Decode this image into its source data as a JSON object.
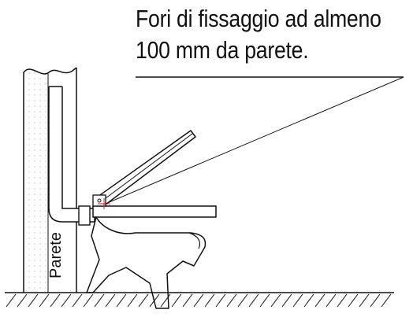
{
  "callout": {
    "line1": "Fori di fissaggio ad almeno",
    "line2": "100 mm da parete."
  },
  "wall": {
    "label": "Parete"
  },
  "colors": {
    "stroke": "#111111",
    "marker": "#d0202a",
    "dots": "#bdbdbd"
  }
}
